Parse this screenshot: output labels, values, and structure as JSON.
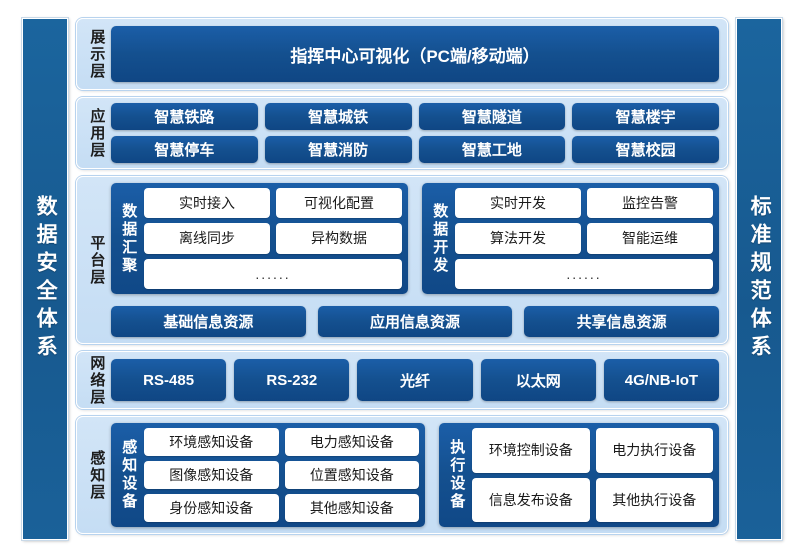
{
  "sidebars": {
    "left": {
      "label": "数据安全体系",
      "color": "#1a6099"
    },
    "right": {
      "label": "标准规范体系",
      "color": "#1a6099"
    }
  },
  "theme": {
    "chip_dark_blue": "#14508f",
    "band_light_blue": "#cbdff5",
    "white_box": "#ffffff",
    "page_background": "#ffffff"
  },
  "layers": [
    {
      "id": "display",
      "label": "展示层",
      "items": [
        "指挥中心可视化（PC端/移动端）"
      ]
    },
    {
      "id": "application",
      "label": "应用层",
      "rows": [
        [
          "智慧铁路",
          "智慧城铁",
          "智慧隧道",
          "智慧楼宇"
        ],
        [
          "智慧停车",
          "智慧消防",
          "智慧工地",
          "智慧校园"
        ]
      ]
    },
    {
      "id": "platform",
      "label": "平台层",
      "groups": [
        {
          "label": "数据汇聚",
          "rows": [
            [
              "实时接入",
              "可视化配置"
            ],
            [
              "离线同步",
              "异构数据"
            ]
          ],
          "ellipsis": "......"
        },
        {
          "label": "数据开发",
          "rows": [
            [
              "实时开发",
              "监控告警"
            ],
            [
              "算法开发",
              "智能运维"
            ]
          ],
          "ellipsis": "......"
        }
      ],
      "resources": [
        "基础信息资源",
        "应用信息资源",
        "共享信息资源"
      ]
    },
    {
      "id": "network",
      "label": "网络层",
      "items": [
        "RS-485",
        "RS-232",
        "光纤",
        "以太网",
        "4G/NB-IoT"
      ]
    },
    {
      "id": "perception",
      "label": "感知层",
      "groups": [
        {
          "label": "感知设备",
          "rows": [
            [
              "环境感知设备",
              "电力感知设备"
            ],
            [
              "图像感知设备",
              "位置感知设备"
            ],
            [
              "身份感知设备",
              "其他感知设备"
            ]
          ]
        },
        {
          "label": "执行设备",
          "rows": [
            [
              "环境控制设备",
              "电力执行设备"
            ],
            [
              "信息发布设备",
              "其他执行设备"
            ]
          ]
        }
      ]
    }
  ]
}
